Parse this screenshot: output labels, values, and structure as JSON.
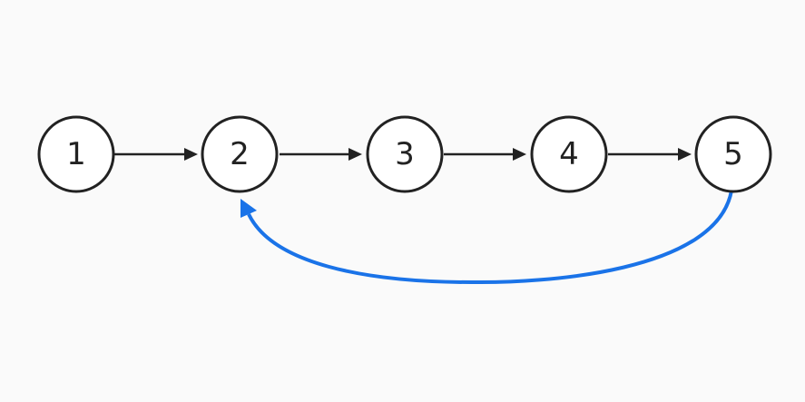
{
  "diagram": {
    "nodes": [
      {
        "id": "n1",
        "label": "1"
      },
      {
        "id": "n2",
        "label": "2"
      },
      {
        "id": "n3",
        "label": "3"
      },
      {
        "id": "n4",
        "label": "4"
      },
      {
        "id": "n5",
        "label": "5"
      }
    ],
    "edges": [
      {
        "from": "n1",
        "to": "n2",
        "kind": "next"
      },
      {
        "from": "n2",
        "to": "n3",
        "kind": "next"
      },
      {
        "from": "n3",
        "to": "n4",
        "kind": "next"
      },
      {
        "from": "n4",
        "to": "n5",
        "kind": "next"
      },
      {
        "from": "n5",
        "to": "n2",
        "kind": "cycle"
      }
    ],
    "colors": {
      "background": "#fafafa",
      "node_stroke": "#222222",
      "arrow": "#222222",
      "cycle_arrow": "#1a73e8"
    }
  }
}
